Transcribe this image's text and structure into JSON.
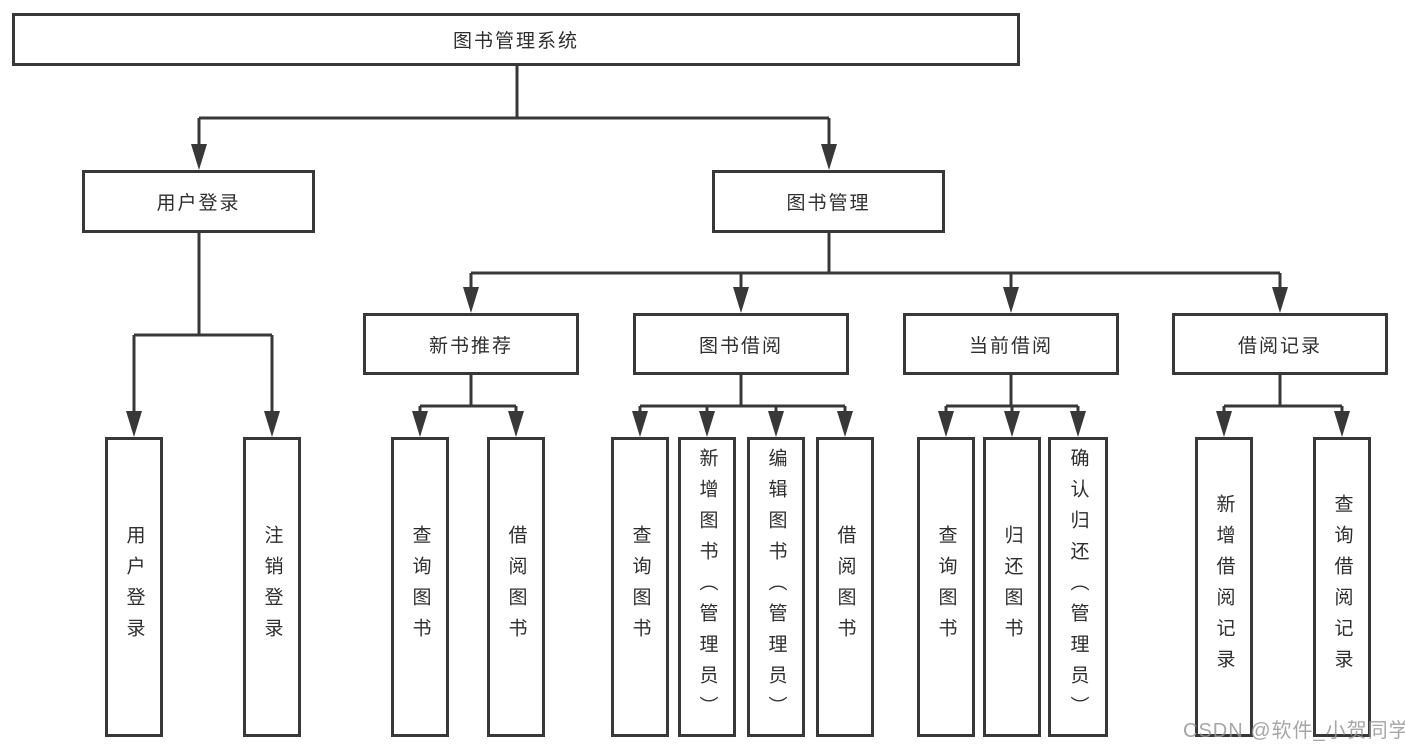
{
  "diagram": {
    "root": {
      "label": "图书管理系统"
    },
    "level2": [
      {
        "id": "user-login",
        "label": "用户登录"
      },
      {
        "id": "book-management",
        "label": "图书管理"
      }
    ],
    "level3": [
      {
        "id": "new-book-recommend",
        "label": "新书推荐"
      },
      {
        "id": "book-borrow",
        "label": "图书借阅"
      },
      {
        "id": "current-borrow",
        "label": "当前借阅"
      },
      {
        "id": "borrow-records",
        "label": "借阅记录"
      }
    ],
    "leaves": {
      "userLogin": [
        "用户登录",
        "注销登录"
      ],
      "newBook": [
        "查询图书",
        "借阅图书"
      ],
      "bookBorrow": [
        "查询图书",
        "新增图书（管理员）",
        "编辑图书（管理员）",
        "借阅图书"
      ],
      "currentBorrow": [
        "查询图书",
        "归还图书",
        "确认归还（管理员）"
      ],
      "borrowRecord": [
        "新增借阅记录",
        "查询借阅记录"
      ]
    }
  },
  "watermark": {
    "text": "CSDN @软件_小贺同学"
  },
  "colors": {
    "line": "#383838",
    "text": "#2e2e2e",
    "watermark": "#969696",
    "background": "#ffffff"
  }
}
